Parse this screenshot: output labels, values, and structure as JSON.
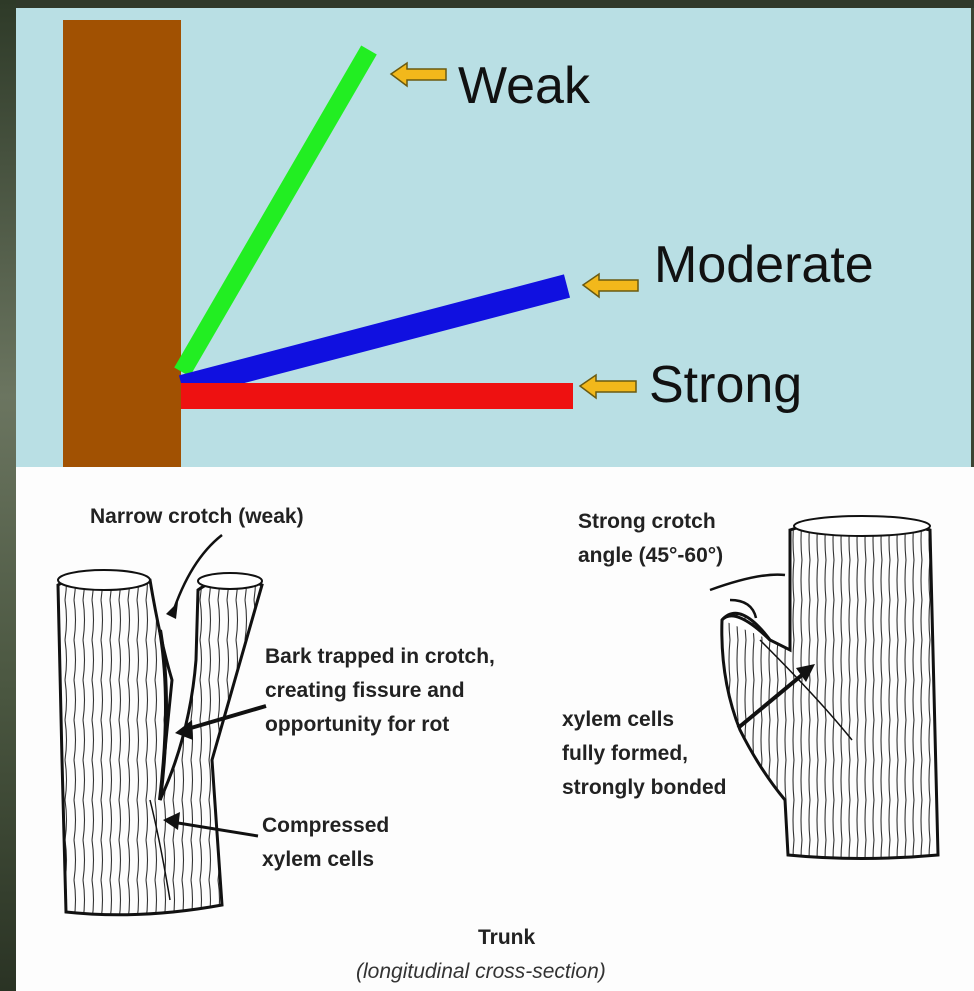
{
  "colors": {
    "sky": "#b9dfe4",
    "trunk": "#a15102",
    "weak": "#22ee22",
    "moderate": "#1010e0",
    "strong": "#ee1111",
    "arrow": "#f2b81b"
  },
  "top_diagram": {
    "weak_label": "Weak",
    "moderate_label": "Moderate",
    "strong_label": "Strong"
  },
  "bottom_diagram": {
    "narrow_crotch": "Narrow crotch (weak)",
    "bark_trapped": "Bark trapped in crotch,\ncreating fissure and\nopportunity for rot",
    "compressed": "Compressed\nxylem cells",
    "strong_angle": "Strong crotch\nangle (45°-60°)",
    "xylem_formed": "xylem cells\nfully formed,\nstrongly bonded",
    "trunk_title": "Trunk",
    "trunk_sub": "(longitudinal cross-section)"
  }
}
